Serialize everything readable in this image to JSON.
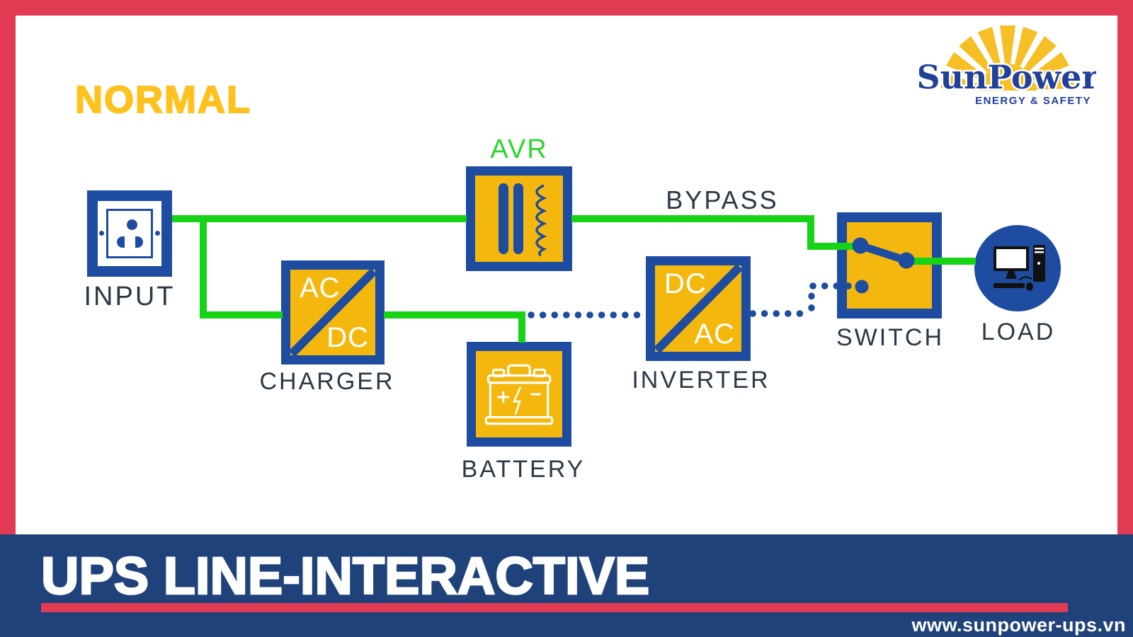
{
  "title": "NORMAL",
  "logo": {
    "brand": "SunPower",
    "tagline": "ENERGY & SAFETY",
    "icon": "sun-rays-icon"
  },
  "diagram": {
    "bypass_label": "BYPASS",
    "nodes": {
      "input": {
        "label": "INPUT",
        "icon": "power-socket-icon"
      },
      "avr": {
        "label": "AVR",
        "icon": "transformer-coil-icon"
      },
      "charger": {
        "label": "CHARGER",
        "top": "AC",
        "bottom": "DC",
        "icon": "ac-dc-converter-icon"
      },
      "battery": {
        "label": "BATTERY",
        "icon": "battery-icon"
      },
      "inverter": {
        "label": "INVERTER",
        "top": "DC",
        "bottom": "AC",
        "icon": "dc-ac-converter-icon"
      },
      "switch": {
        "label": "SWITCH",
        "icon": "switch-contact-icon"
      },
      "load": {
        "label": "LOAD",
        "icon": "computer-icon"
      }
    },
    "flow": {
      "active_path": "input → avr → bypass → switch → load, input → charger → battery",
      "inactive_path": "battery → inverter → switch (dotted)"
    },
    "colors": {
      "active_line_green": "#16d316",
      "inactive_line_blue": "#1d4ca0",
      "box_border_blue": "#1d4ca0",
      "box_fill_yellow": "#f4b70d",
      "frame_red": "#e23c55",
      "banner_navy": "#20427a",
      "label_dark": "#2b3845",
      "title_yellow": "#fec11e",
      "logo_indigo": "#21409a"
    }
  },
  "banner": {
    "title": "UPS LINE-INTERACTIVE",
    "website": "www.sunpower-ups.vn"
  }
}
